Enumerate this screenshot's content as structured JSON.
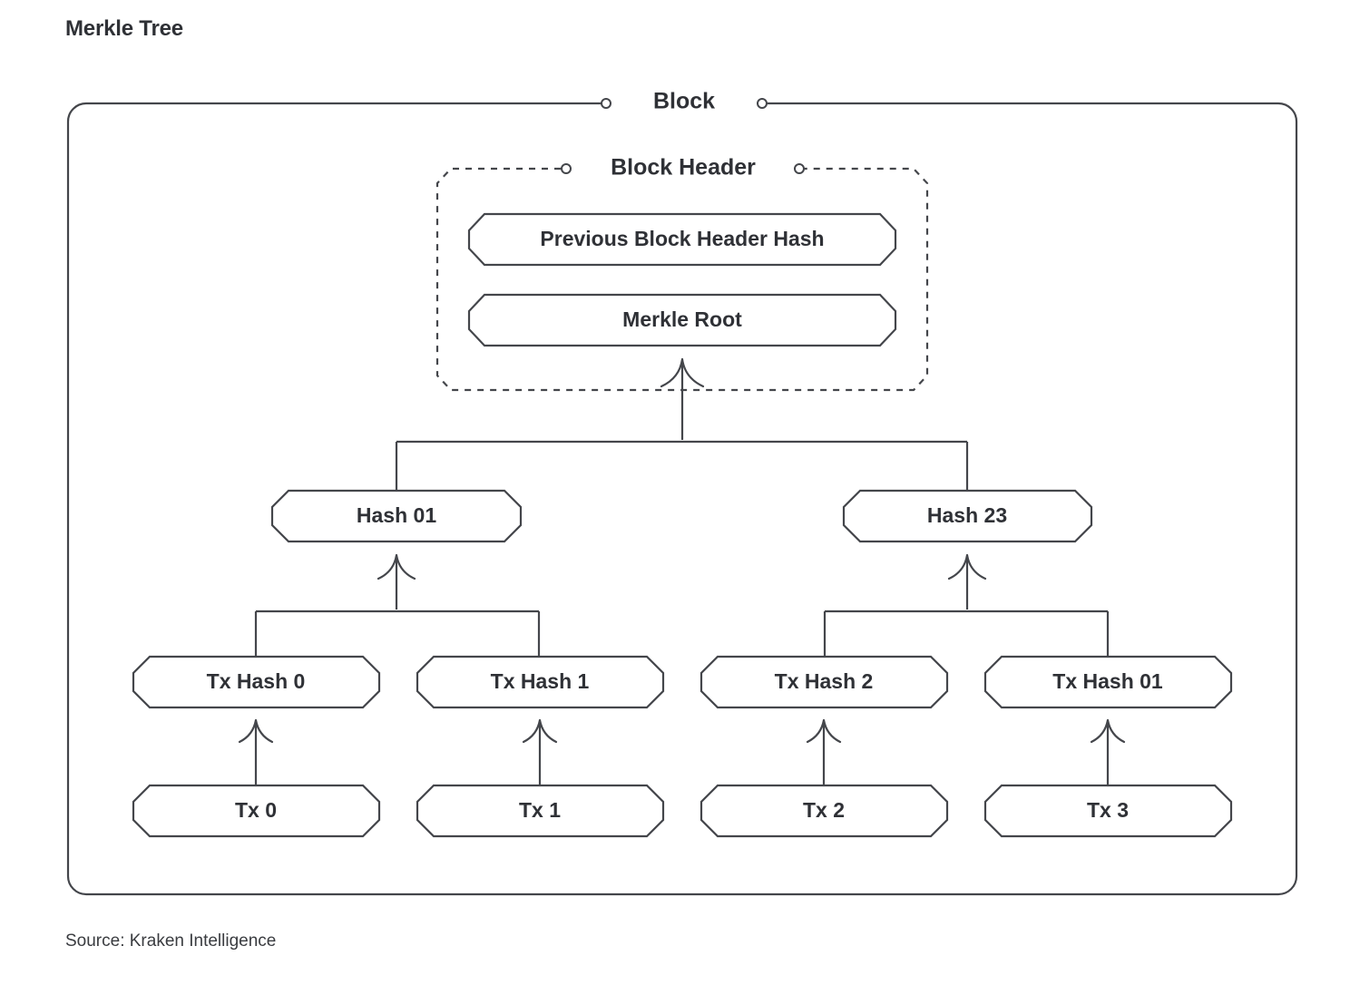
{
  "figure": {
    "title": "Merkle Tree",
    "source": "Source: Kraken Intelligence"
  },
  "containers": {
    "block": {
      "label": "Block"
    },
    "block_header": {
      "label": "Block Header"
    }
  },
  "nodes": {
    "prev_hash": {
      "label": "Previous Block Header Hash"
    },
    "merkle_root": {
      "label": "Merkle Root"
    },
    "hash_01": {
      "label": "Hash 01"
    },
    "hash_23": {
      "label": "Hash 23"
    },
    "tx_hash_0": {
      "label": "Tx Hash 0"
    },
    "tx_hash_1": {
      "label": "Tx Hash 1"
    },
    "tx_hash_2": {
      "label": "Tx Hash 2"
    },
    "tx_hash_01": {
      "label": "Tx Hash 01"
    },
    "tx_0": {
      "label": "Tx 0"
    },
    "tx_1": {
      "label": "Tx 1"
    },
    "tx_2": {
      "label": "Tx 2"
    },
    "tx_3": {
      "label": "Tx 3"
    }
  },
  "style": {
    "stroke_color": "#44464b",
    "text_color": "#2f3136",
    "background": "#ffffff"
  }
}
